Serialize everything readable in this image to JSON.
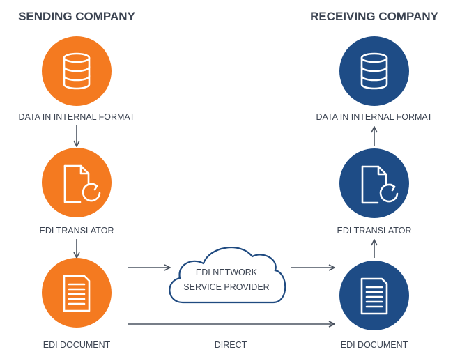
{
  "sending": {
    "heading": "SENDING COMPANY",
    "data_label": "DATA IN INTERNAL FORMAT",
    "translator_label": "EDI TRANSLATOR",
    "document_label": "EDI DOCUMENT"
  },
  "receiving": {
    "heading": "RECEIVING COMPANY",
    "data_label": "DATA IN INTERNAL FORMAT",
    "translator_label": "EDI TRANSLATOR",
    "document_label": "EDI DOCUMENT"
  },
  "network": {
    "line1": "EDI NETWORK",
    "line2": "SERVICE PROVIDER"
  },
  "direct_label": "DIRECT",
  "colors": {
    "sending": "#f47a20",
    "receiving": "#1e4c86",
    "text": "#3b4351"
  },
  "icons": {
    "data": "database-icon",
    "translator": "document-refresh-icon",
    "document": "text-document-icon"
  }
}
